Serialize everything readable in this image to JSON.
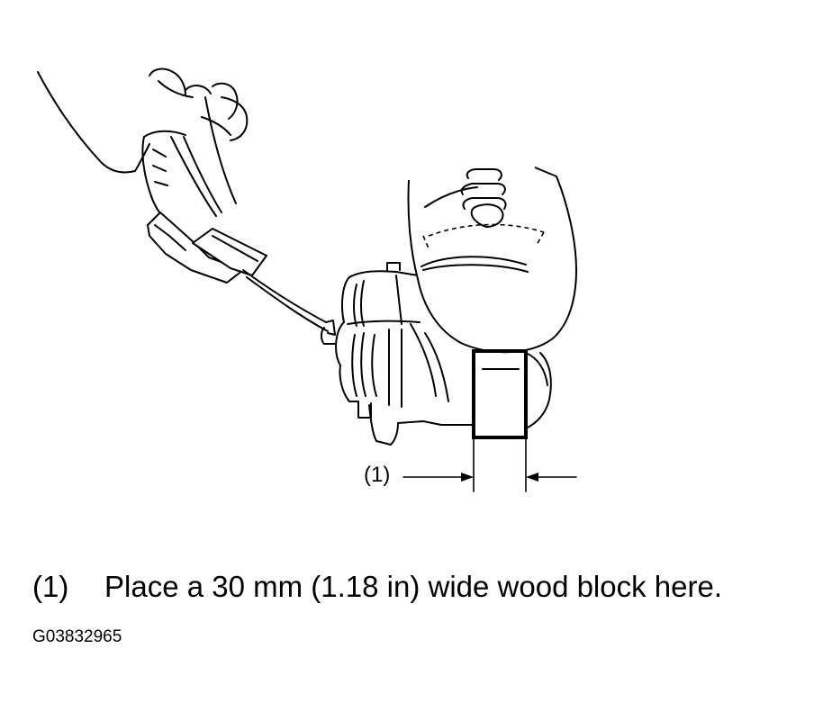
{
  "figure": {
    "callout_label": "(1)",
    "caption_number": "(1)",
    "caption_text": "Place a 30 mm (1.18 in) wide wood block here.",
    "figure_id": "G03832965"
  }
}
